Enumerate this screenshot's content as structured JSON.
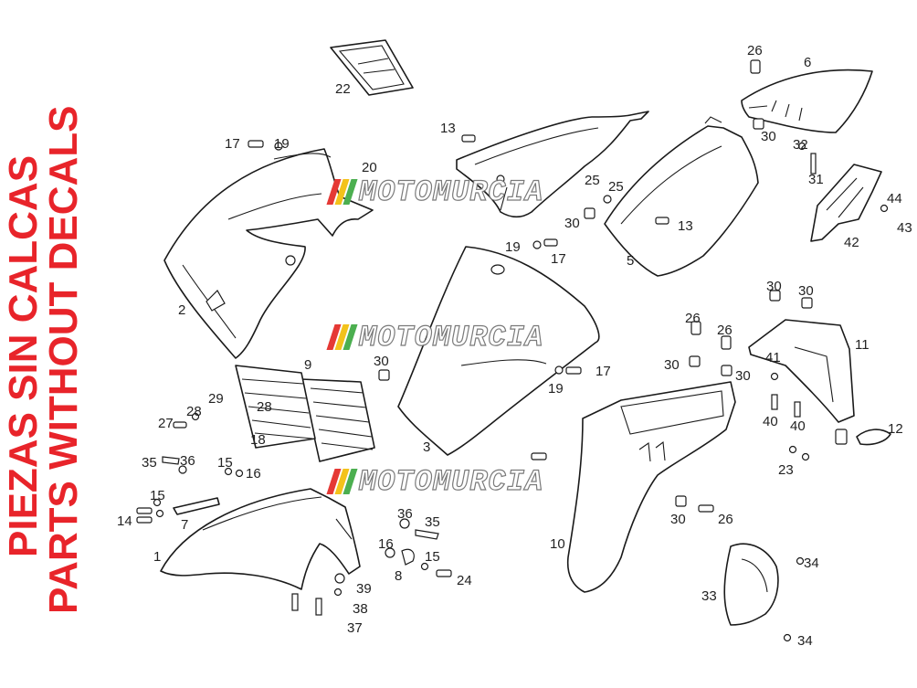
{
  "heading": {
    "spanish": "PIEZAS SIN CALCAS",
    "english": "PARTS WITHOUT DECALS"
  },
  "watermark": {
    "text": "MOTOMURCIA",
    "colors": [
      "#e53935",
      "#f3c21b",
      "#4caf50"
    ]
  },
  "accent_color": "#e8242a",
  "callouts": [
    "1",
    "2",
    "3",
    "5",
    "6",
    "7",
    "8",
    "9",
    "10",
    "11",
    "12",
    "13",
    "13",
    "14",
    "15",
    "15",
    "15",
    "16",
    "16",
    "17",
    "17",
    "17",
    "18",
    "19",
    "19",
    "19",
    "20",
    "22",
    "23",
    "24",
    "25",
    "25",
    "26",
    "26",
    "26",
    "26",
    "27",
    "28",
    "28",
    "29",
    "30",
    "30",
    "30",
    "30",
    "30",
    "30",
    "30",
    "30",
    "30",
    "31",
    "32",
    "33",
    "34",
    "34",
    "35",
    "35",
    "36",
    "36",
    "37",
    "38",
    "39",
    "40",
    "40",
    "41",
    "42",
    "43",
    "44"
  ]
}
